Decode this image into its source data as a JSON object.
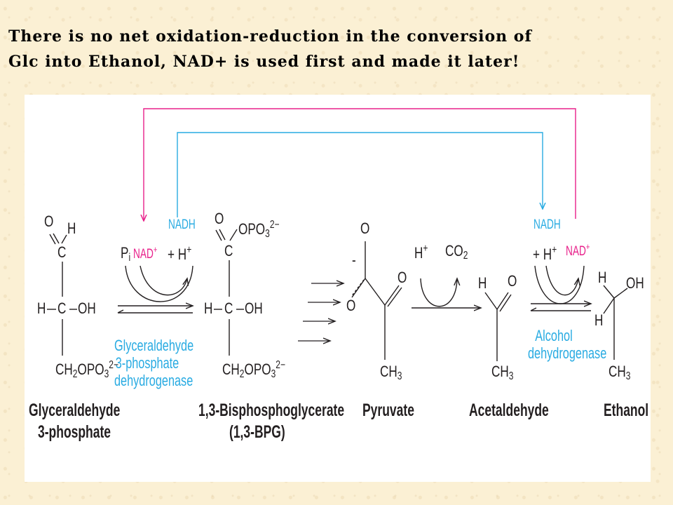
{
  "heading": {
    "line1": "There is no net oxidation-reduction in the conversion of",
    "line2": "Glc into Ethanol, NAD+ is used first and made it later!"
  },
  "diagram": {
    "compounds": {
      "g3p": {
        "name1": "Glyceraldehyde",
        "name2": "3-phosphate"
      },
      "bpg": {
        "name1": "1,3-Bisphosphoglycerate",
        "name2": "(1,3-BPG)"
      },
      "pyruvate": {
        "name": "Pyruvate"
      },
      "acetaldehyde": {
        "name": "Acetaldehyde"
      },
      "ethanol": {
        "name": "Ethanol"
      }
    },
    "enzymes": {
      "gapdh": {
        "line1": "Glyceraldehyde",
        "line2": "3-phosphate",
        "line3": "dehydrogenase"
      },
      "adh": {
        "line1": "Alcohol",
        "line2": "dehydrogenase"
      }
    },
    "atoms": {
      "O": "O",
      "H": "H",
      "C": "C",
      "OH": "OH",
      "minus": "-",
      "CH2": "CH",
      "sub2": "2",
      "OPO3": "OPO",
      "sub3": "3",
      "charge2m": "2−",
      "CH": "CH",
      "P": "P",
      "subi": "i",
      "NAD": "NAD",
      "NADH": "NADH",
      "plus_sign": "+",
      "plusH": "+ H",
      "CO": "CO"
    }
  }
}
